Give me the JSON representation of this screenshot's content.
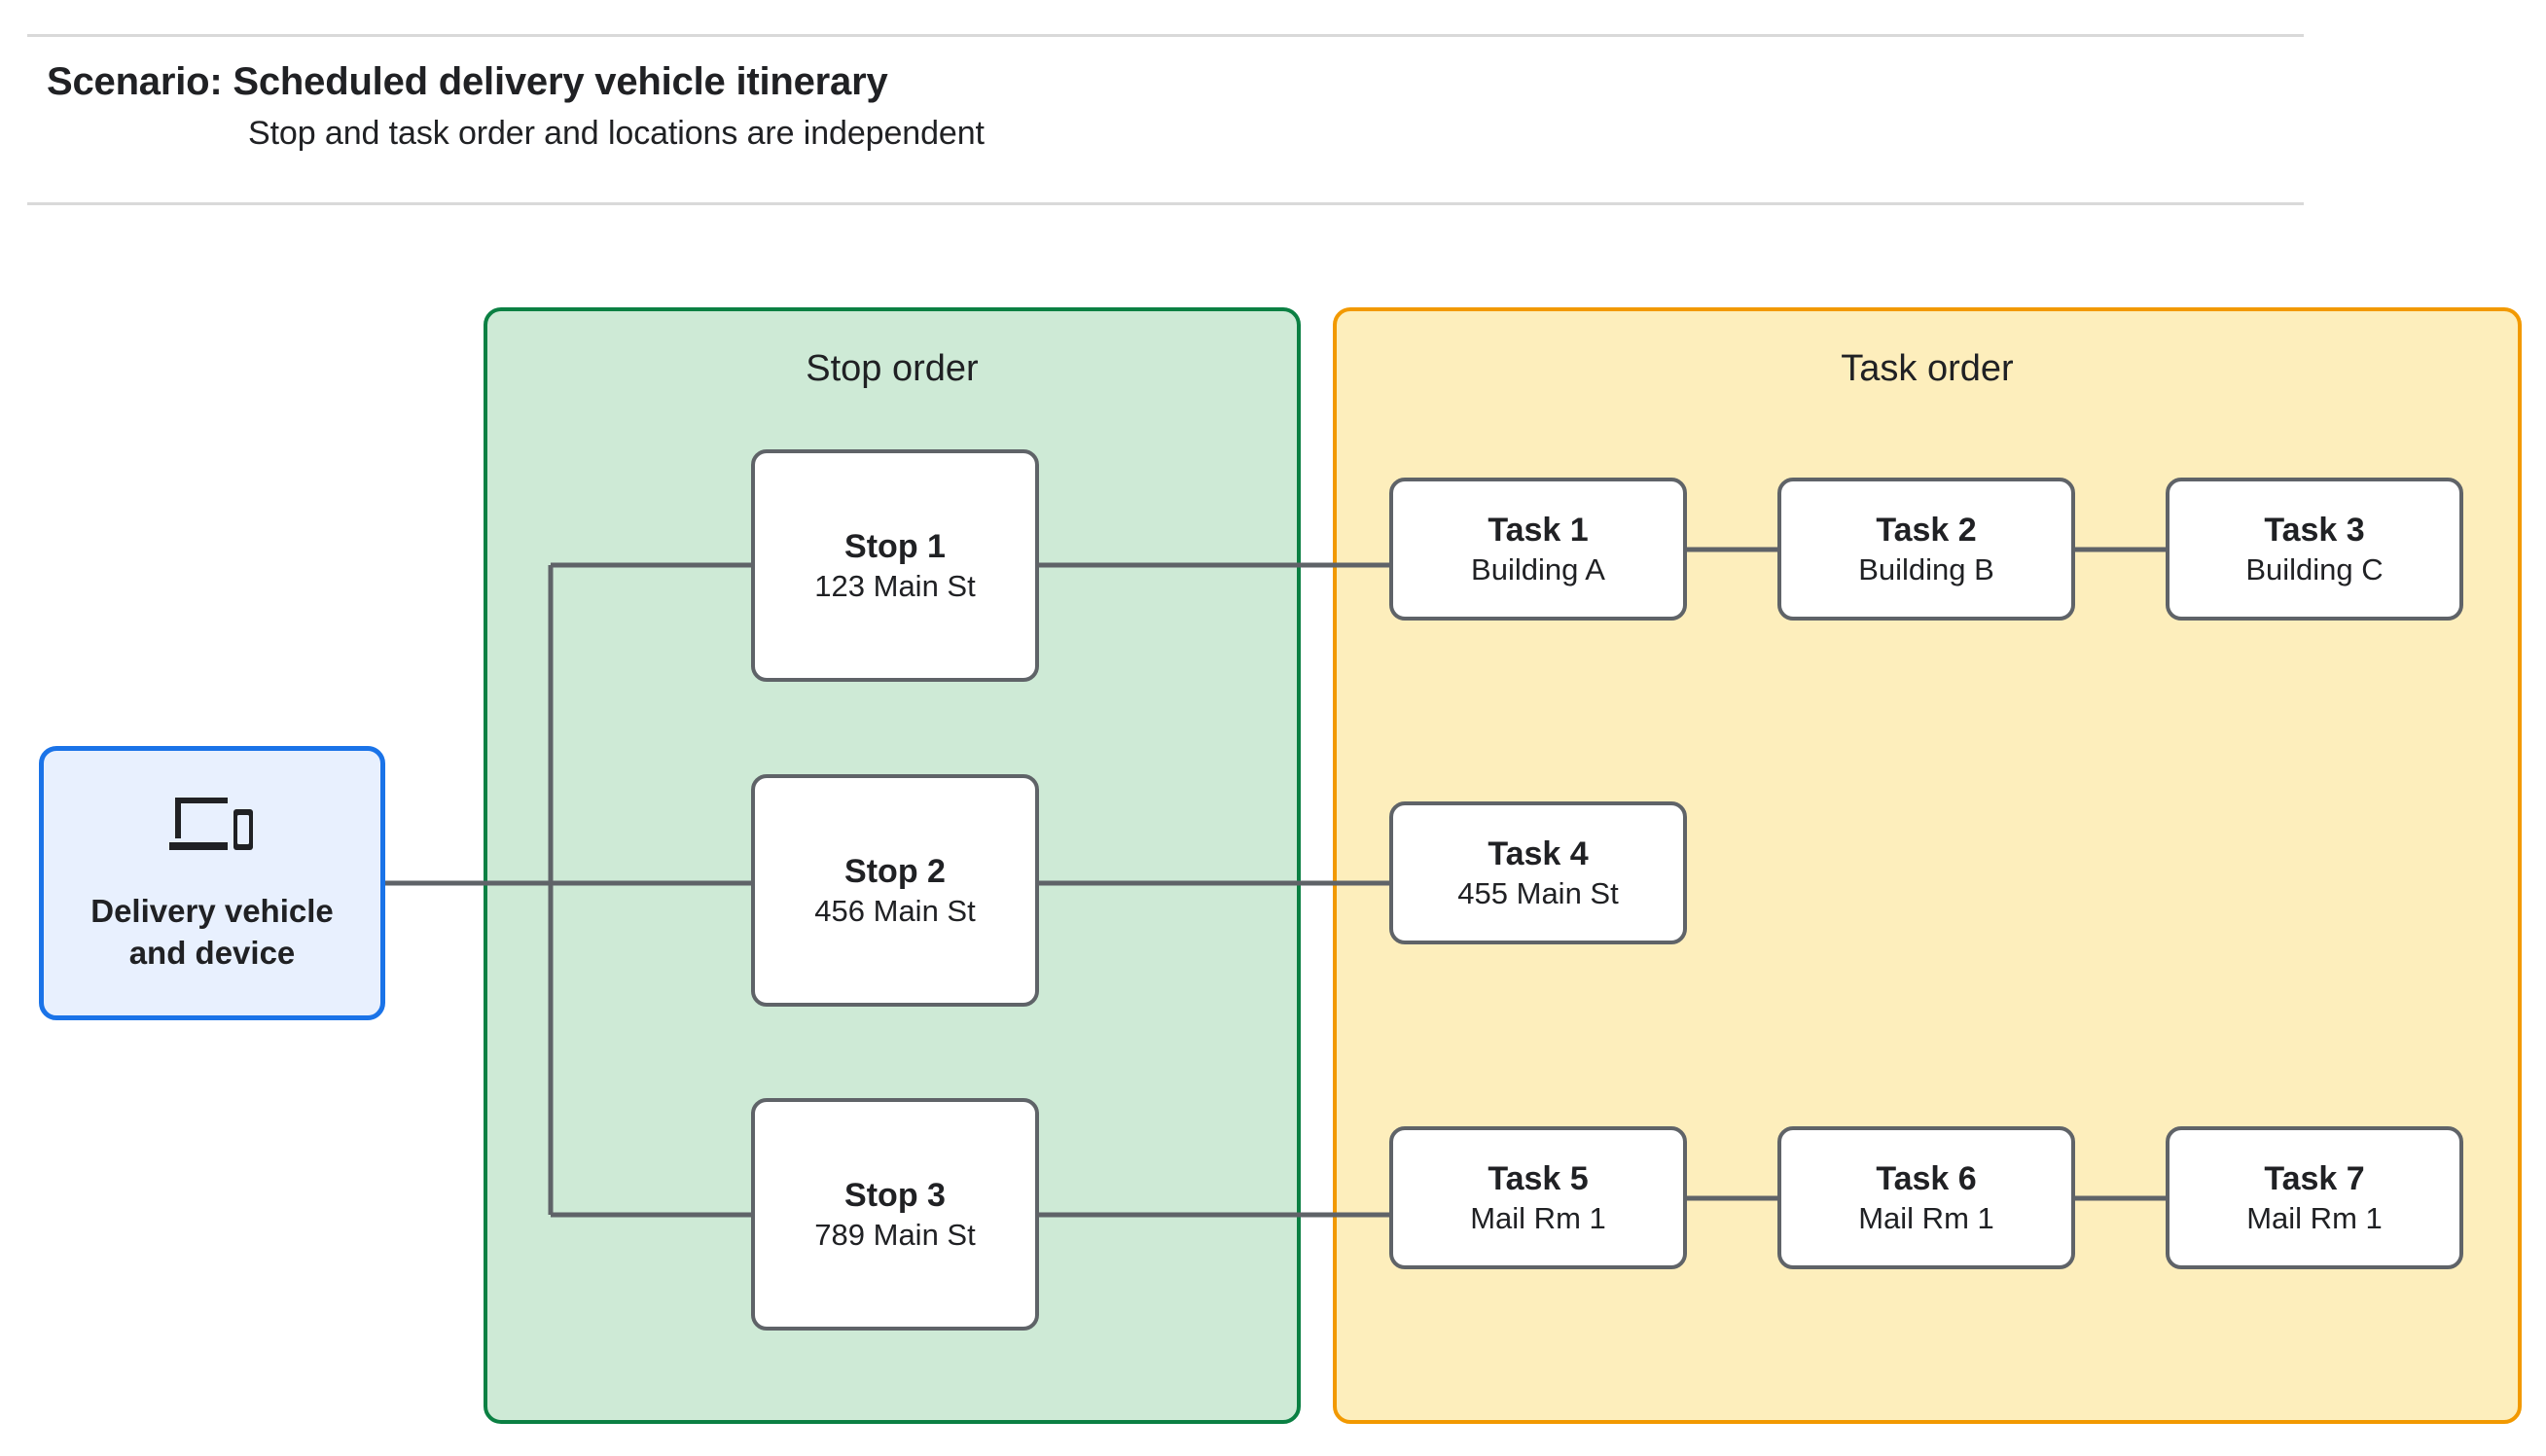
{
  "header": {
    "title": "Scenario: Scheduled delivery vehicle itinerary",
    "subtitle": "Stop and task order and locations are independent"
  },
  "vehicle": {
    "icon": "laptop-and-phone-icon",
    "label": "Delivery vehicle\nand device",
    "border_color": "#1a73e8",
    "fill_color": "#e8f0fe"
  },
  "groups": {
    "stop": {
      "title": "Stop order",
      "fill_color": "#ceead6",
      "border_color": "#0b8043"
    },
    "task": {
      "title": "Task order",
      "fill_color": "#fdeebc",
      "border_color": "#f29900"
    }
  },
  "stops": [
    {
      "title": "Stop 1",
      "sub": "123 Main St"
    },
    {
      "title": "Stop 2",
      "sub": "456 Main St"
    },
    {
      "title": "Stop 3",
      "sub": "789 Main St"
    }
  ],
  "tasks": [
    {
      "title": "Task 1",
      "sub": "Building A"
    },
    {
      "title": "Task 2",
      "sub": "Building B"
    },
    {
      "title": "Task 3",
      "sub": "Building C"
    },
    {
      "title": "Task 4",
      "sub": "455 Main St"
    },
    {
      "title": "Task 5",
      "sub": "Mail Rm 1"
    },
    {
      "title": "Task 6",
      "sub": "Mail Rm 1"
    },
    {
      "title": "Task 7",
      "sub": "Mail Rm 1"
    }
  ],
  "connector_color": "#5f6368",
  "node_border_color": "#5f6368",
  "rule_color": "#d9d9d9"
}
